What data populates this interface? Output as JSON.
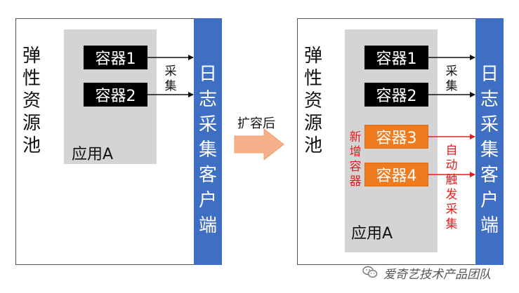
{
  "left": {
    "pool_label": "弹\n性\n资\n源\n池",
    "app_label": "应用A",
    "containers": [
      "容器1",
      "容器2"
    ],
    "collect_label": "采\n集",
    "log_client": "日\n志\n采\n集\n客\n户\n端"
  },
  "transition_label": "扩容后",
  "right": {
    "pool_label": "弹\n性\n资\n源\n池",
    "app_label": "应用A",
    "containers": [
      "容器1",
      "容器2"
    ],
    "new_containers": [
      "容器3",
      "容器4"
    ],
    "collect_label": "采\n集",
    "new_label": "新\n增\n容\n器",
    "auto_label": "自\n动\n触\n发\n采\n集",
    "log_client": "日\n志\n采\n集\n客\n户\n端"
  },
  "watermark": "爱奇艺技术产品团队",
  "colors": {
    "log_bar": "#3f6fc4",
    "new_container": "#f07a1e",
    "highlight_text": "#e02020",
    "arrow_fill": "#f6b08a"
  }
}
